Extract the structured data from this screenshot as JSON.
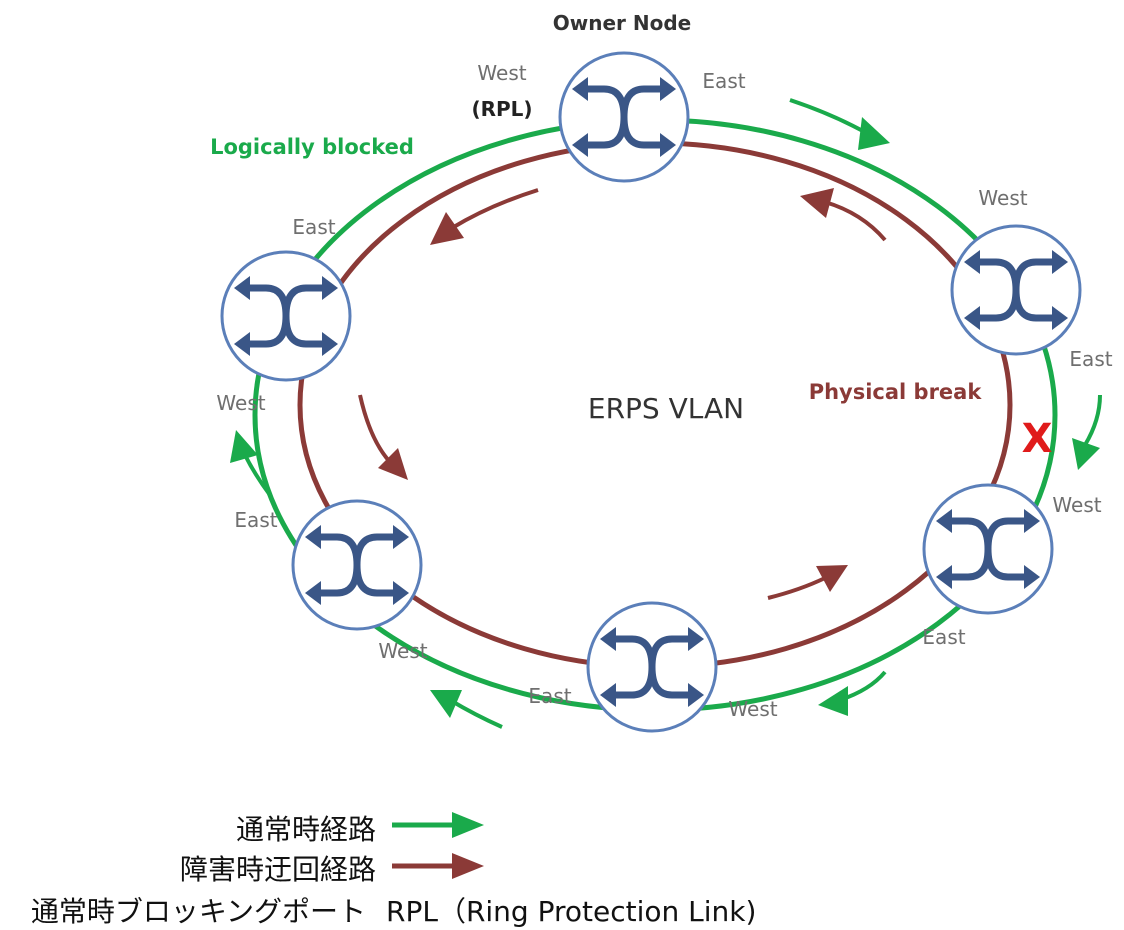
{
  "owner_node_label": "Owner Node",
  "rpl_label": "(RPL)",
  "blocked_label": "Logically blocked",
  "break_label": "Physical break",
  "break_mark": "X",
  "center_label": "ERPS VLAN",
  "ports": {
    "top_west": "West",
    "top_east": "East",
    "ne_west": "West",
    "ne_east": "East",
    "se_west": "West",
    "se_east": "East",
    "bottom_west": "West",
    "bottom_east": "East",
    "sw_west": "West",
    "sw_east": "East",
    "nw_west": "West",
    "nw_east": "East"
  },
  "legend": {
    "normal_path": "通常時経路",
    "failure_path": "障害時迂回経路",
    "blocking_port": "通常時ブロッキングポート",
    "rpl_full": "RPL（Ring Protection Link)"
  },
  "colors": {
    "green": "#1aaa4b",
    "red": "#8b3a37",
    "node_border": "#5b7fb9",
    "node_icon": "#3a5687",
    "break_label": "#8b3a37",
    "break_mark": "#e01b1b"
  }
}
